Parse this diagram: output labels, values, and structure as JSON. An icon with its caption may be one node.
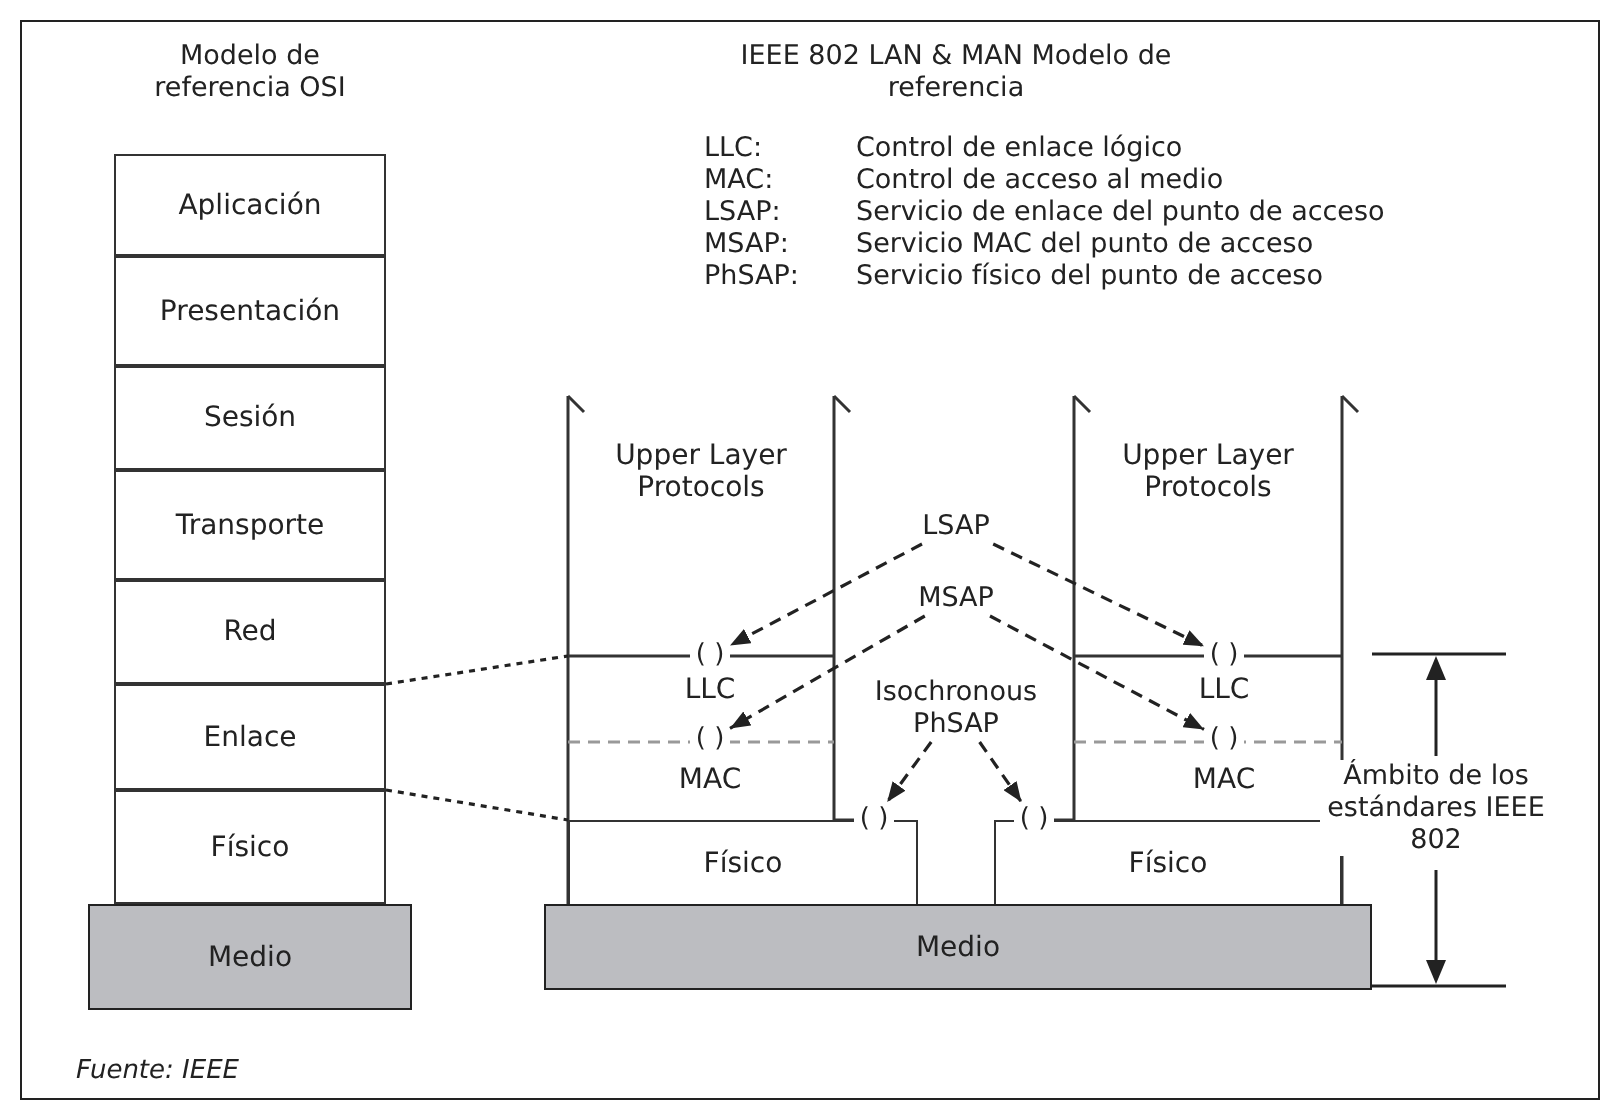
{
  "diagram": {
    "nodes": [
      {
        "text": [
          "Aplicación"
        ]
      },
      {
        "text": [
          "Presentación"
        ]
      },
      {
        "text": [
          "Sesión"
        ]
      },
      {
        "text": [
          "Transporte"
        ]
      },
      {
        "text": [
          "Red"
        ]
      },
      {
        "text": [
          "Enlace"
        ]
      },
      {
        "text": [
          "Físico"
        ]
      },
      {
        "text": [
          "Medio"
        ]
      },
      {
        "text": [
          "Upper Layer Protocols"
        ]
      },
      {
        "text": [
          "LLC"
        ]
      },
      {
        "text": [
          "MAC"
        ]
      },
      {
        "text": [
          "Físico"
        ]
      },
      {
        "text": [
          "Upper Layer Protocols"
        ]
      },
      {
        "text": [
          "LLC"
        ]
      },
      {
        "text": [
          "MAC"
        ]
      },
      {
        "text": [
          "Físico"
        ]
      },
      {
        "text": [
          "Medio"
        ]
      },
      {
        "text": [
          "( )"
        ]
      },
      {
        "text": [
          "( )"
        ]
      },
      {
        "text": [
          "( )"
        ]
      },
      {
        "text": [
          "( )"
        ]
      },
      {
        "text": [
          "( )"
        ]
      },
      {
        "text": [
          "( )"
        ]
      },
      {
        "text": [
          "LSAP"
        ]
      },
      {
        "text": [
          "MSAP"
        ]
      },
      {
        "text": [
          "Isochronous PhSAP"
        ]
      }
    ],
    "edges": [
      {
        "from": 23,
        "to": 17,
        "arrow": "to",
        "style": "dashed"
      },
      {
        "from": 23,
        "to": 21,
        "arrow": "to",
        "style": "dashed"
      },
      {
        "from": 24,
        "to": 18,
        "arrow": "to",
        "style": "dashed"
      },
      {
        "from": 24,
        "to": 22,
        "arrow": "to",
        "style": "dashed"
      },
      {
        "from": 25,
        "to": 19,
        "arrow": "to",
        "style": "dashed"
      },
      {
        "from": 25,
        "to": 20,
        "arrow": "to",
        "style": "dashed"
      },
      {
        "from": 5,
        "to": null,
        "arrow": "none",
        "style": "dashed"
      },
      {
        "from": 6,
        "to": 11,
        "arrow": "none",
        "style": "dashed"
      }
    ],
    "labels": [
      "Modelo de referencia OSI",
      "IEEE 802 LAN & MAN Modelo de referencia",
      "LLC:",
      "Control de enlace lógico",
      "MAC:",
      "Control de acceso al medio",
      "LSAP:",
      "Servicio de enlace del punto de acceso",
      "MSAP:",
      "Servicio MAC del punto de acceso",
      "PhSAP:",
      "Servicio físico del punto de acceso",
      "Ámbito de los estándares IEEE 802"
    ],
    "caption": "Fuente: IEEE"
  }
}
